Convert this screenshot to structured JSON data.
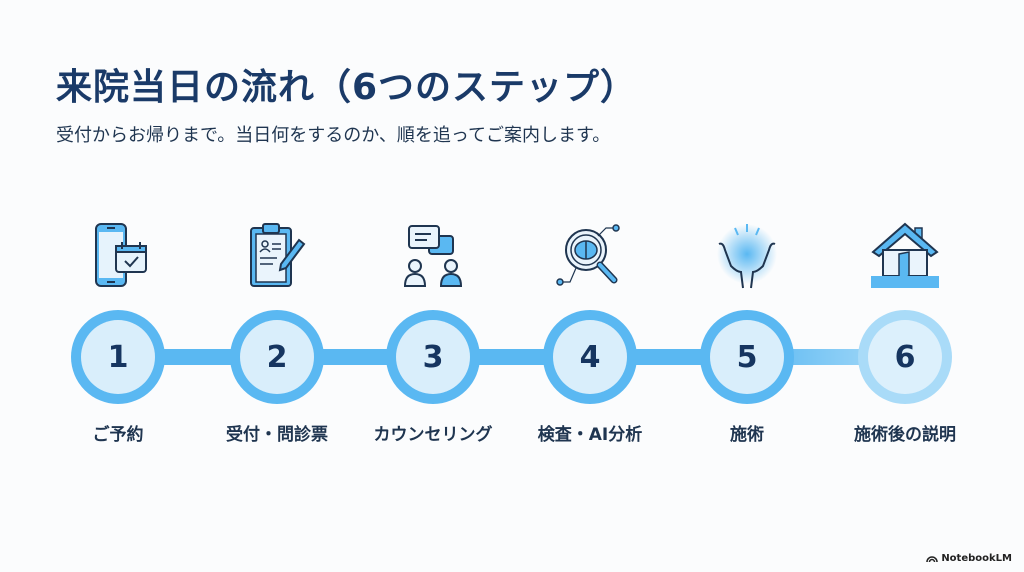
{
  "header": {
    "title": "来院当日の流れ（6つのステップ）",
    "subtitle": "受付からお帰りまで。当日何をするのか、順を追ってご案内します。"
  },
  "colors": {
    "title": "#1a3a68",
    "ring": "#5ab8f2",
    "ring_light": "#a9dbf8",
    "inner": "#d9eefb",
    "number": "#163560"
  },
  "steps": [
    {
      "number": "1",
      "label": "ご予約",
      "icon": "smartphone-calendar-icon"
    },
    {
      "number": "2",
      "label": "受付・問診票",
      "icon": "clipboard-pen-icon"
    },
    {
      "number": "3",
      "label": "カウンセリング",
      "icon": "conversation-icon"
    },
    {
      "number": "4",
      "label": "検査・AI分析",
      "icon": "brain-magnifier-icon"
    },
    {
      "number": "5",
      "label": "施術",
      "icon": "glowing-hands-icon"
    },
    {
      "number": "6",
      "label": "施術後の説明",
      "icon": "house-door-icon"
    }
  ],
  "brand": {
    "label": "NotebookLM"
  }
}
